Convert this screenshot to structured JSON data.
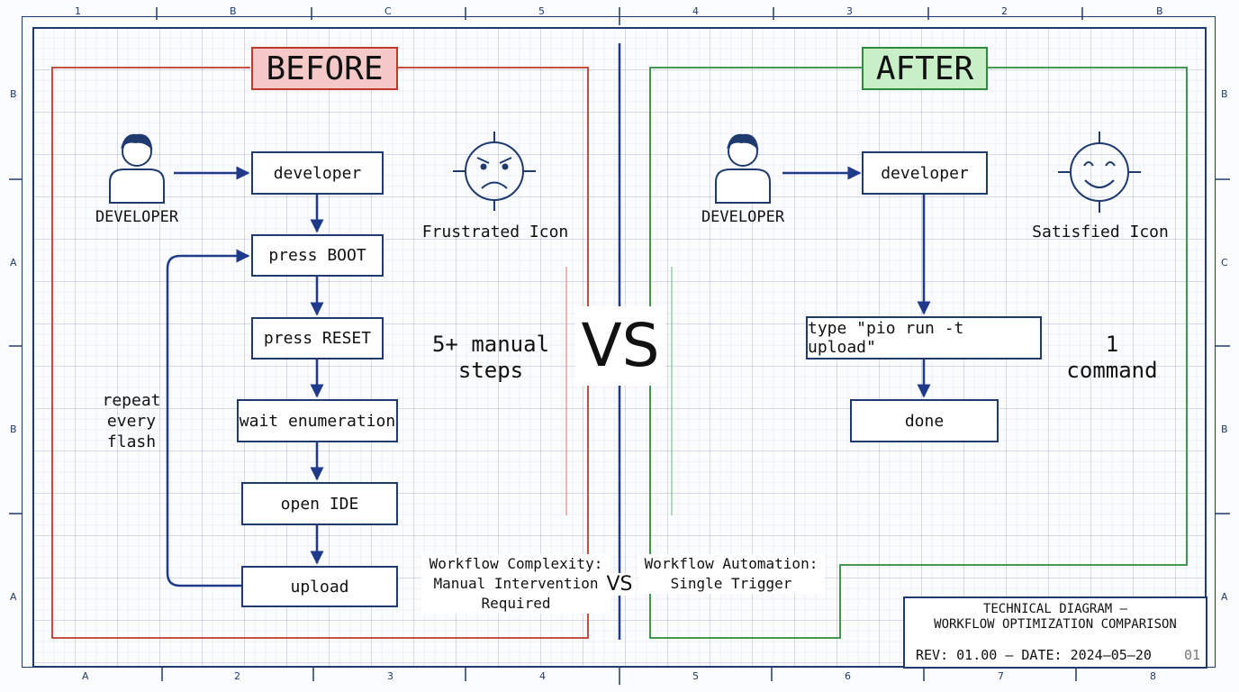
{
  "before": {
    "tag": "BEFORE",
    "developer_label": "DEVELOPER",
    "steps": [
      "developer",
      "press BOOT",
      "press RESET",
      "wait enumeration",
      "open IDE",
      "upload"
    ],
    "loop_label": [
      "repeat",
      "every",
      "flash"
    ],
    "mood_label": "Frustrated Icon",
    "summary": [
      "5+ manual",
      "steps"
    ],
    "caption": [
      "Workflow Complexity:",
      "Manual Intervention",
      "Required"
    ],
    "color": "#c0392b",
    "tag_fill": "#f6c9c9"
  },
  "after": {
    "tag": "AFTER",
    "developer_label": "DEVELOPER",
    "steps": [
      "developer",
      "type \"pio run -t upload\"",
      "done"
    ],
    "mood_label": "Satisfied Icon",
    "summary": [
      "1",
      "command"
    ],
    "caption": [
      "Workflow Automation:",
      "Single Trigger"
    ],
    "color": "#2e8b3a",
    "tag_fill": "#c9efc9"
  },
  "vs": {
    "big": "VS",
    "small": "VS"
  },
  "title_block": {
    "title": [
      "TECHNICAL DIAGRAM –",
      "WORKFLOW OPTIMIZATION COMPARISON"
    ],
    "rev": "REV: 01.00 – DATE: 2024–05–20",
    "sheet": "01"
  },
  "ruler": {
    "top": [
      "1",
      "B",
      "C",
      "5",
      "4",
      "3",
      "2",
      "B"
    ],
    "bottom": [
      "A",
      "2",
      "3",
      "4",
      "5",
      "6",
      "7",
      "8"
    ],
    "left": [
      "B",
      "A",
      "B",
      "A"
    ],
    "right": [
      "B",
      "C",
      "B",
      "A"
    ]
  },
  "colors": {
    "ink": "#1f3a6e",
    "arrow": "#1f3a8a"
  }
}
